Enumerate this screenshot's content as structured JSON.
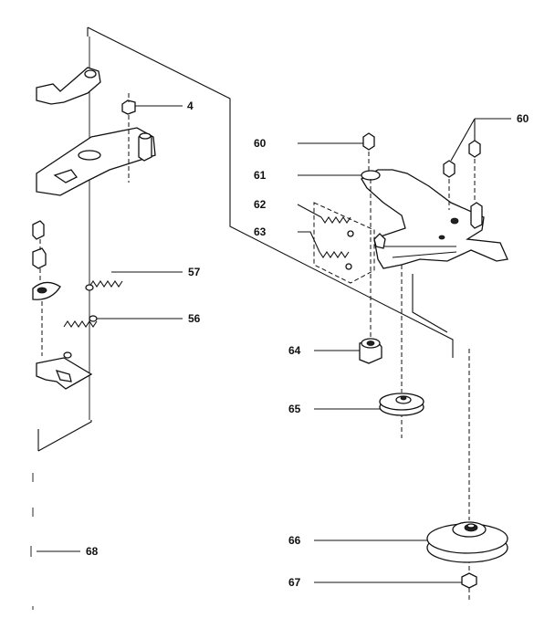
{
  "labels": {
    "p4": "4",
    "p60a": "60",
    "p60b": "60",
    "p61": "61",
    "p62": "62",
    "p63": "63",
    "p57": "57",
    "p56": "56",
    "p64": "64",
    "p65": "65",
    "p66": "66",
    "p67": "67",
    "p68": "68"
  }
}
